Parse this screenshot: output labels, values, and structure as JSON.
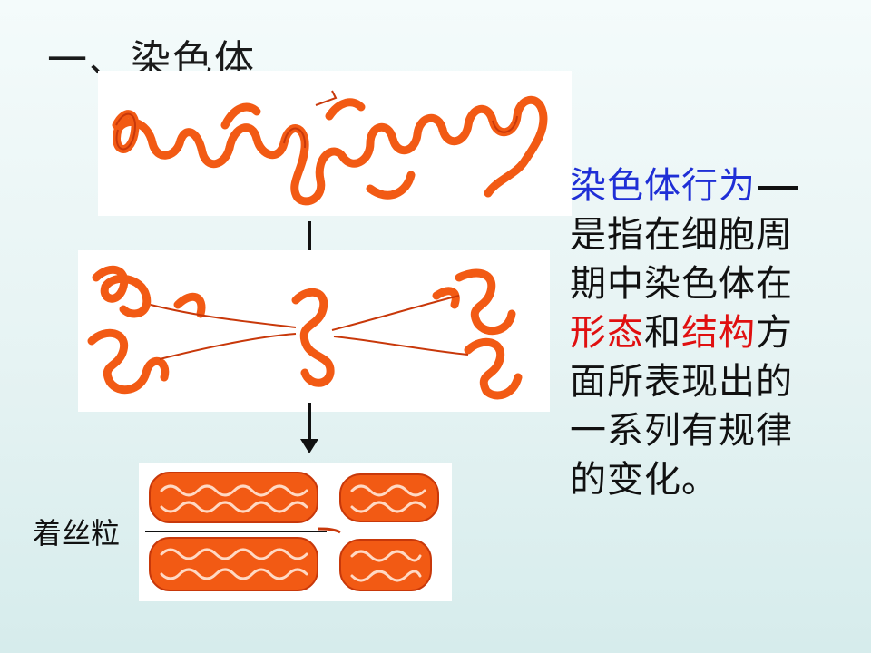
{
  "slide": {
    "title": "一、染色体",
    "centromere_label": "着丝粒",
    "description": {
      "term": "染色体行为",
      "line1": "是指在细胞周",
      "line2": "期中染色体在",
      "form": "形态",
      "and": "和",
      "structure": "结构",
      "fang": "方",
      "line4": "面所表现出的",
      "line5": "一系列有规律",
      "line6": "的变化。"
    }
  },
  "colors": {
    "chromosome": "#f25a14",
    "chromosome_edge": "#c8380a",
    "term": "#1f2fd6",
    "highlight": "#e01010"
  }
}
